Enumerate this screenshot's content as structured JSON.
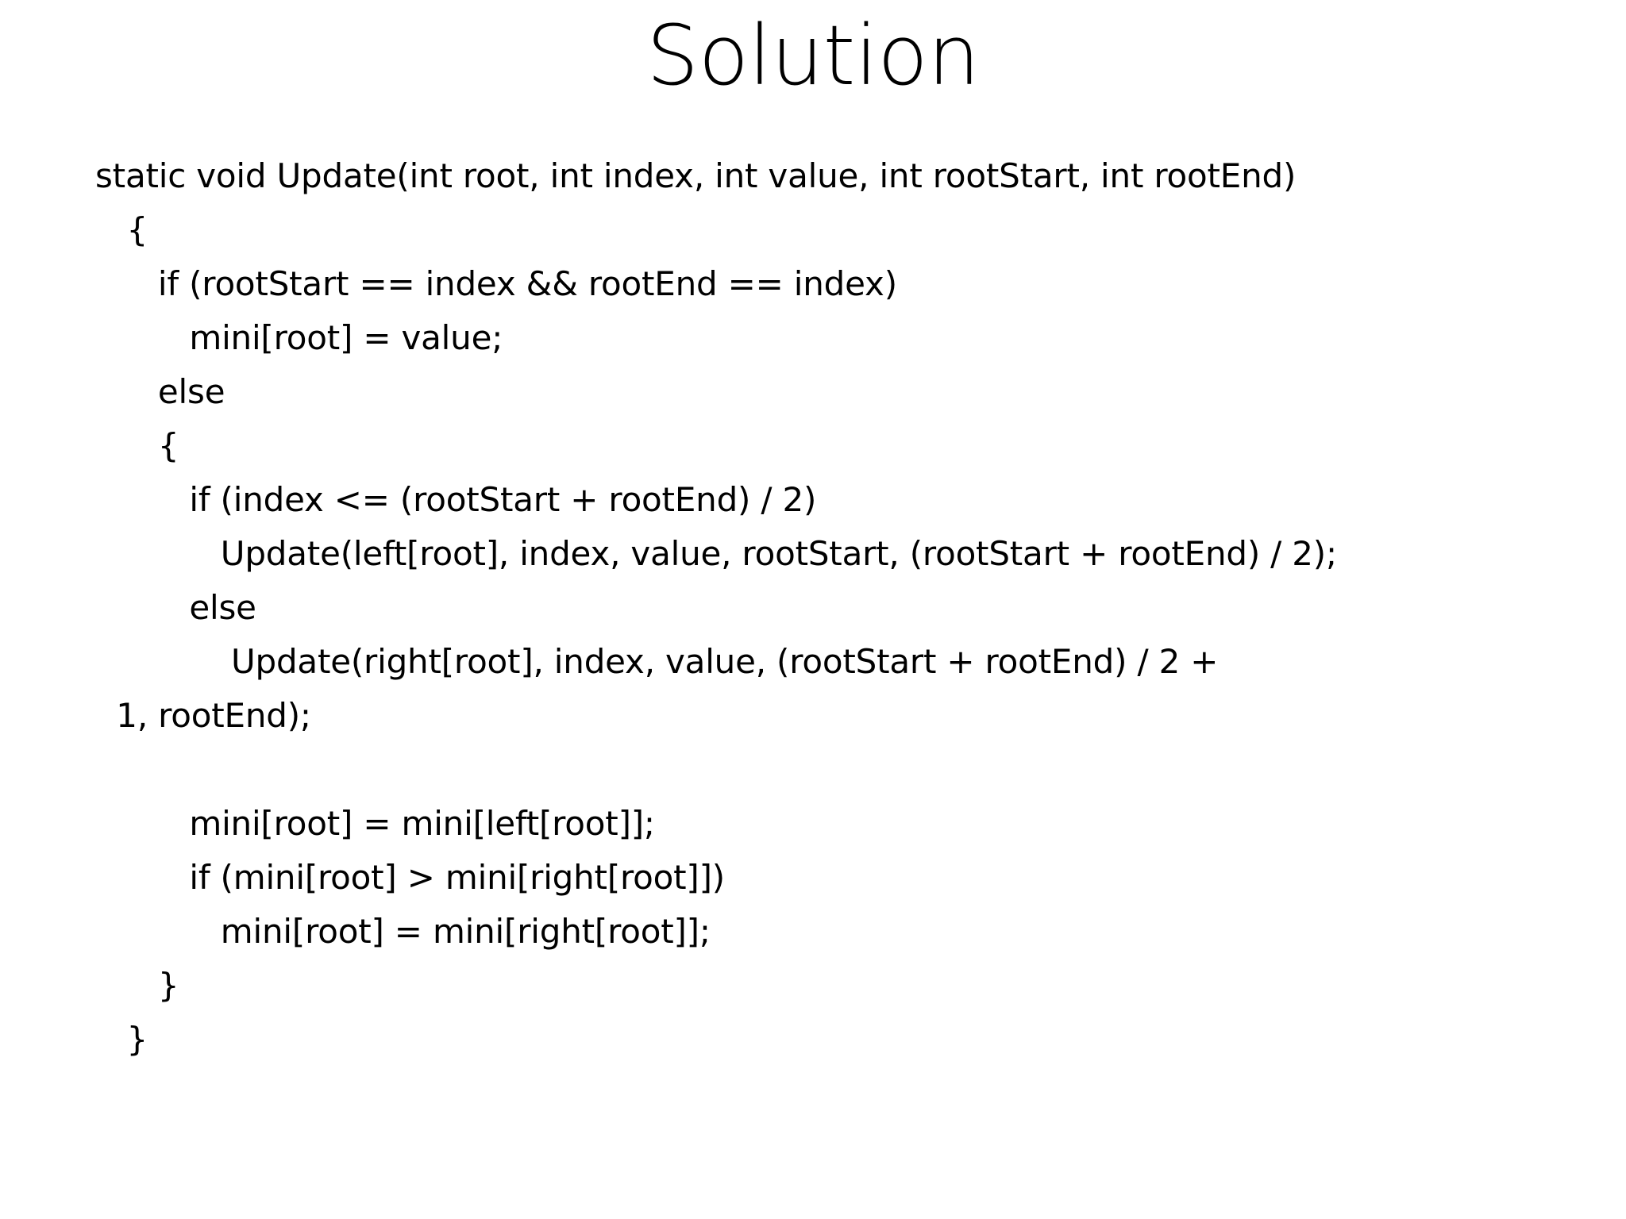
{
  "slide": {
    "title": "Solution",
    "background_color": "#ffffff",
    "text_color": "#000000"
  },
  "code": {
    "language": "csharp",
    "lines": [
      {
        "indent": "",
        "text": "static void Update(int root, int index, int value, int rootStart, int rootEnd)"
      },
      {
        "indent": "   ",
        "text": "{"
      },
      {
        "indent": "      ",
        "text": "if (rootStart == index && rootEnd == index)"
      },
      {
        "indent": "         ",
        "text": "mini[root] = value;"
      },
      {
        "indent": "      ",
        "text": "else"
      },
      {
        "indent": "      ",
        "text": "{"
      },
      {
        "indent": "         ",
        "text": "if (index <= (rootStart + rootEnd) / 2)"
      },
      {
        "indent": "            ",
        "text": "Update(left[root], index, value, rootStart, (rootStart + rootEnd) / 2);"
      },
      {
        "indent": "         ",
        "text": "else"
      },
      {
        "indent": "             ",
        "text": "Update(right[root], index, value, (rootStart + rootEnd) / 2 +"
      },
      {
        "indent": "  ",
        "text": "1, rootEnd);"
      },
      {
        "indent": "",
        "text": ""
      },
      {
        "indent": "         ",
        "text": "mini[root] = mini[left[root]];"
      },
      {
        "indent": "         ",
        "text": "if (mini[root] > mini[right[root]])"
      },
      {
        "indent": "            ",
        "text": "mini[root] = mini[right[root]];"
      },
      {
        "indent": "      ",
        "text": "}"
      },
      {
        "indent": "   ",
        "text": "}"
      }
    ]
  }
}
